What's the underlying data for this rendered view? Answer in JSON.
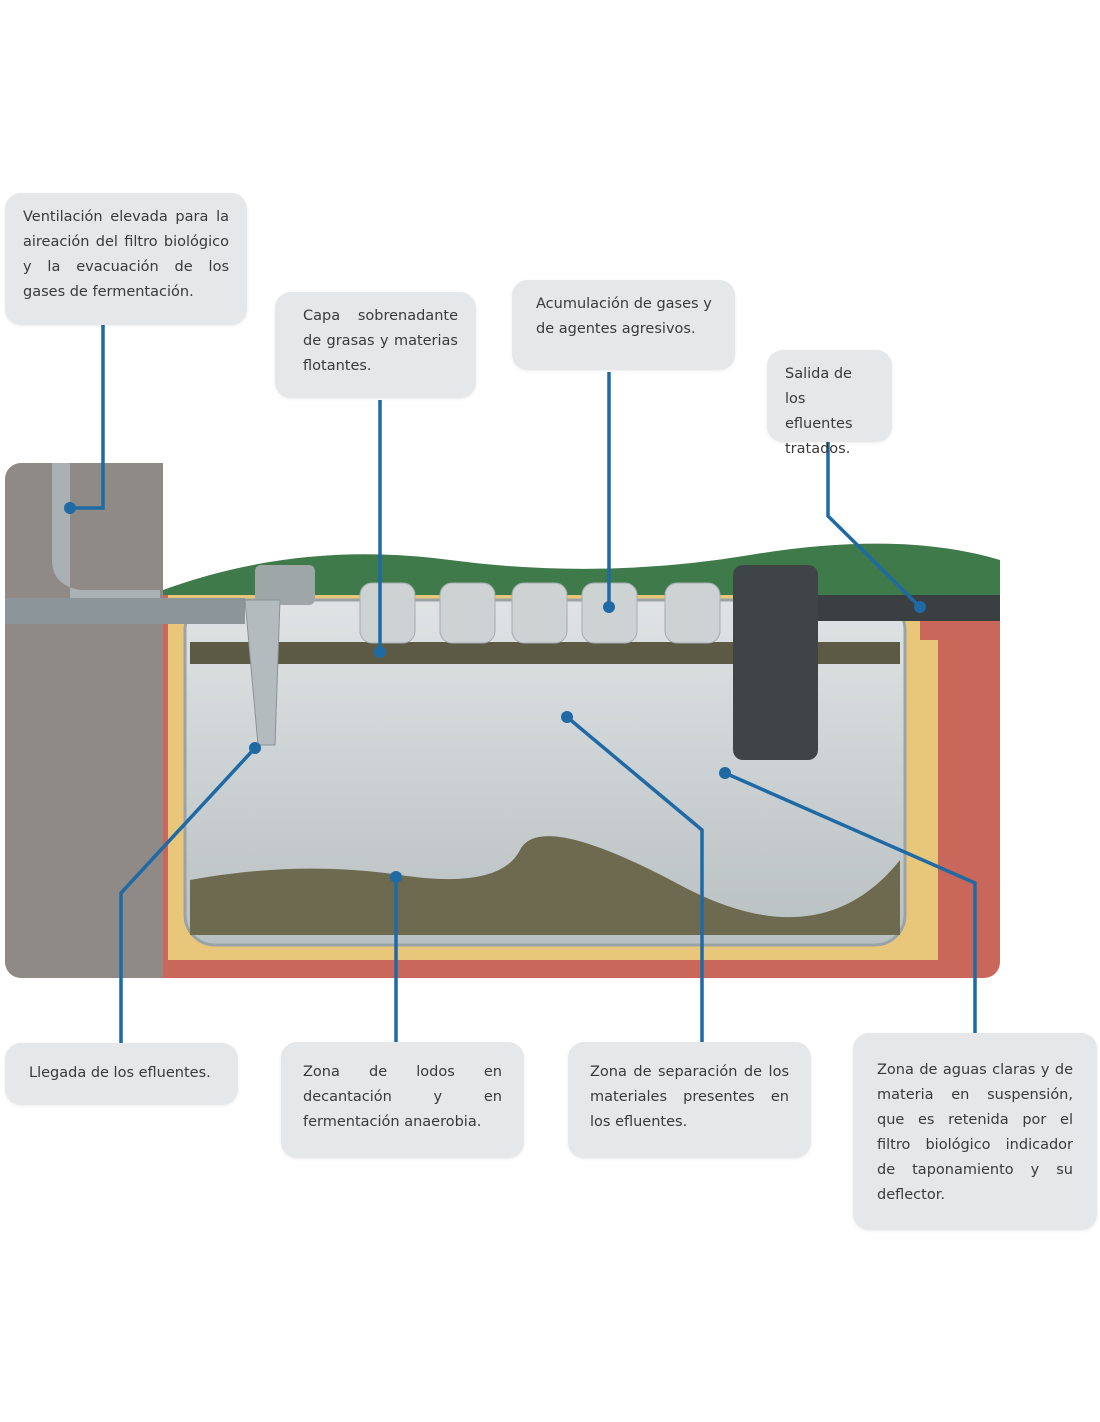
{
  "labels": {
    "ventilacion": "Ventilación elevada para la aireación del filtro biológico y la evacuación de los gases de fermentación.",
    "capa": "Capa sobrenadante de grasas y materias flotantes.",
    "acumulacion": "Acumulación de gases y de agentes agresivos.",
    "salida": "Salida de los efluentes tratados.",
    "llegada": "Llegada de los efluentes.",
    "lodos": "Zona de lodos en decantación y en fermentación anaerobia.",
    "separacion": "Zona de separación de los materiales presentes en los efluentes.",
    "aguas": "Zona de aguas claras y de materia en suspensión, que es retenida por el filtro biológico indicador de taponamiento y su deflector."
  },
  "colors": {
    "leader": "#1f6aa5",
    "box": "#e6e7e8",
    "soil": "#c9685a",
    "sand": "#e9c77a",
    "grass": "#3f7a4a"
  }
}
